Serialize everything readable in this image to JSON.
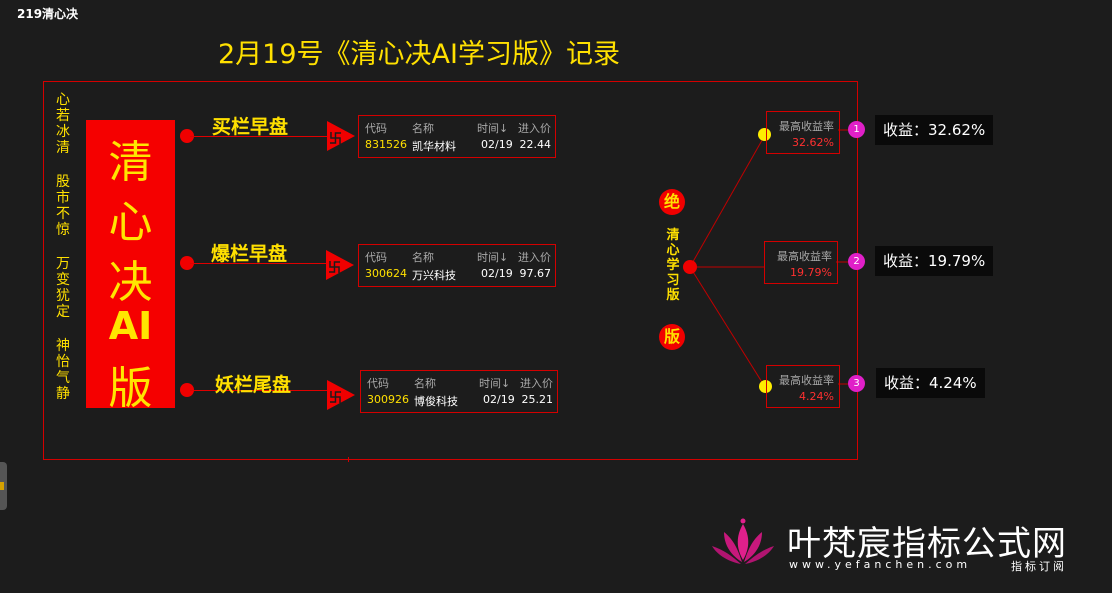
{
  "window": {
    "title": "219清心决"
  },
  "headline": "2月19号《清心决AI学习版》记录",
  "motto": [
    "心若冰清",
    "股市不惊",
    "万变犹定",
    "神怡气静"
  ],
  "brand": {
    "chars": [
      "清",
      "心",
      "决",
      "AI",
      "版"
    ]
  },
  "table_headers": {
    "code": "代码",
    "name": "名称",
    "time": "时间↓",
    "price": "进入价"
  },
  "branches": [
    {
      "label": "买栏早盘",
      "flag": "卐",
      "row": {
        "code": "831526",
        "name": "凯华材料",
        "time": "02/19",
        "price": "22.44"
      }
    },
    {
      "label": "爆栏早盘",
      "flag": "卐",
      "row": {
        "code": "300624",
        "name": "万兴科技",
        "time": "02/19",
        "price": "97.67"
      }
    },
    {
      "label": "妖栏尾盘",
      "flag": "卐",
      "row": {
        "code": "300926",
        "name": "博俊科技",
        "time": "02/19",
        "price": "25.21"
      }
    }
  ],
  "vertical": {
    "top": "绝",
    "text": "清心学习版",
    "bottom": "版"
  },
  "yields": [
    {
      "label": "最高收益率",
      "value": "32.62%",
      "badge": "1",
      "gain": "收益：32.62%"
    },
    {
      "label": "最高收益率",
      "value": "19.79%",
      "badge": "2",
      "gain": "收益：19.79%"
    },
    {
      "label": "最高收益率",
      "value": "4.24%",
      "badge": "3",
      "gain": "收益：4.24%"
    }
  ],
  "watermark": {
    "title": "叶梵宸指标公式网",
    "url": "www.yefanchen.com",
    "sub": "指标订阅"
  },
  "colors": {
    "accent_yellow": "#ffe000",
    "accent_red": "#f00000",
    "badge_pink": "#e020c8",
    "background": "#1c1c1c"
  }
}
